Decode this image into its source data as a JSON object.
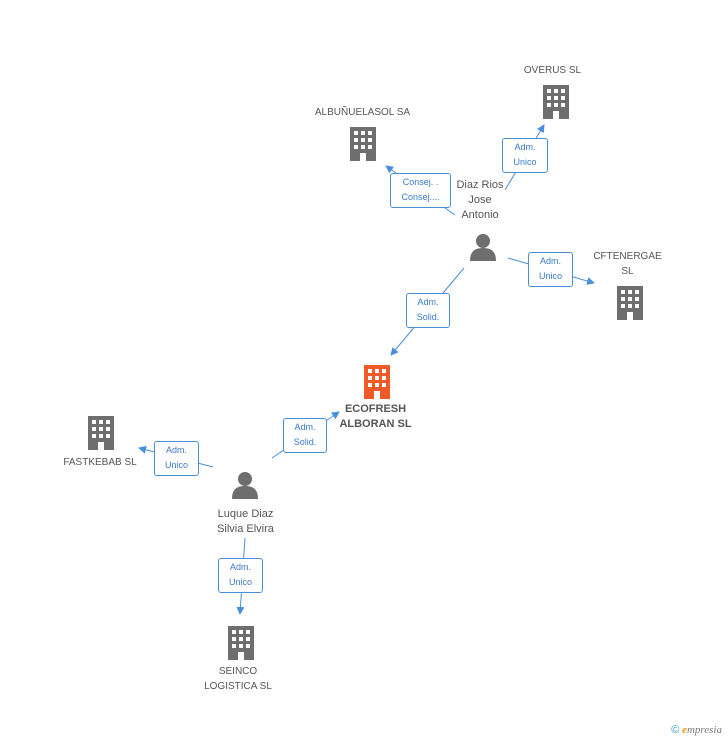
{
  "nodes": {
    "overus": {
      "label": "OVERUS  SL",
      "type": "company"
    },
    "albunuelasol": {
      "label": "ALBUÑUELASOL SA",
      "type": "company"
    },
    "cftenergae": {
      "line1": "CFTENERGAE",
      "line2": "SL",
      "type": "company"
    },
    "ecofresh": {
      "line1": "ECOFRESH",
      "line2": "ALBORAN SL",
      "type": "company-main"
    },
    "fastkebab": {
      "label": "FASTKEBAB  SL",
      "type": "company"
    },
    "seinco": {
      "line1": "SEINCO",
      "line2": "LOGISTICA  SL",
      "type": "company"
    },
    "diaz": {
      "line1": "Diaz Rios",
      "line2": "Jose",
      "line3": "Antonio",
      "type": "person"
    },
    "luque": {
      "line1": "Luque Diaz",
      "line2": "Silvia Elvira",
      "type": "person"
    }
  },
  "edges": {
    "diaz_overus": {
      "line1": "Adm.",
      "line2": "Unico"
    },
    "diaz_albunuelasol": {
      "line1": "Consej. .",
      "line2": "Consej...."
    },
    "diaz_cftenergae": {
      "line1": "Adm.",
      "line2": "Unico"
    },
    "diaz_ecofresh": {
      "line1": "Adm.",
      "line2": "Solid."
    },
    "luque_ecofresh": {
      "line1": "Adm.",
      "line2": "Solid."
    },
    "luque_fastkebab": {
      "line1": "Adm.",
      "line2": "Unico"
    },
    "luque_seinco": {
      "line1": "Adm.",
      "line2": "Unico"
    }
  },
  "colors": {
    "company": "#6e6e6e",
    "main": "#f05a28",
    "person": "#6e6e6e",
    "edge": "#4a90d9"
  },
  "footer": {
    "copyright": "©",
    "brand_initial": "e",
    "brand_rest": "mpresia"
  }
}
